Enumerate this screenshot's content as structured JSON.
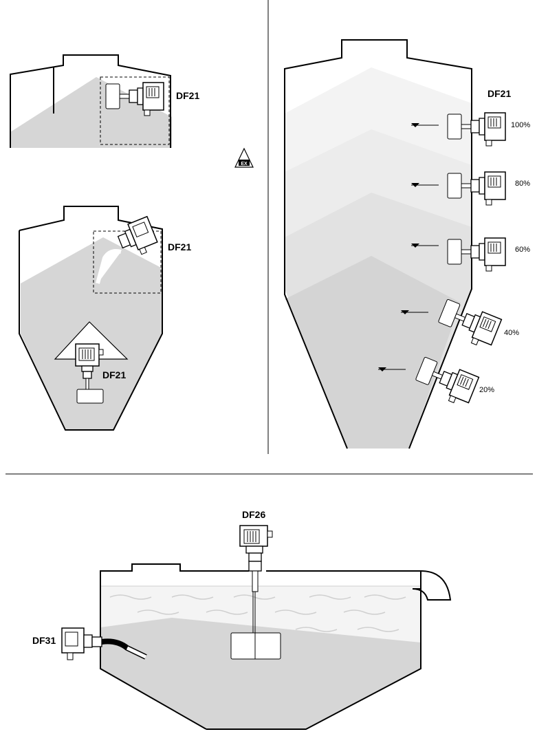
{
  "labels": {
    "top_left": "DF21",
    "mid_left_side": "DF21",
    "mid_left_bottom": "DF21",
    "right": "DF21",
    "bottom_center": "DF26",
    "bottom_left": "DF31"
  },
  "ex_symbol": "EX",
  "levels": [
    "100%",
    "80%",
    "60%",
    "40%",
    "20%"
  ],
  "colors": {
    "material_dark": "#d4d4d4",
    "material_mid": "#e2e2e2",
    "material_light": "#ececec",
    "material_lightest": "#f3f3f3",
    "line": "#000000"
  }
}
